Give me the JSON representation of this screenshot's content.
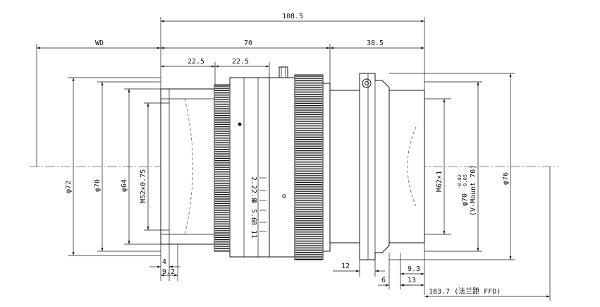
{
  "dimensions": {
    "total_length": "108.5",
    "wd": "WD",
    "body_length": "70",
    "mount_length": "38.5",
    "front_a": "22.5",
    "front_b": "22.5",
    "small_4": "4",
    "small_9_2": "9.2",
    "flange_12": "12",
    "dim_6": "6",
    "dim_13": "13",
    "dim_9_3": "9.3",
    "ffd": "183.7 (法兰距 FFD)"
  },
  "diameters": {
    "d72": "φ72",
    "d70": "φ70",
    "d64": "φ64",
    "thread_front": "M52×0.75",
    "thread_rear": "M62×1",
    "d70_mount": "φ70",
    "d70_tol_upper": "-0.02",
    "d70_tol_lower": "-0.05",
    "vmount": "(V-Mount 70)",
    "d76": "φ76"
  },
  "aperture_scale": [
    "2.2",
    "2.8",
    "4",
    "5.6",
    "8",
    "11"
  ]
}
